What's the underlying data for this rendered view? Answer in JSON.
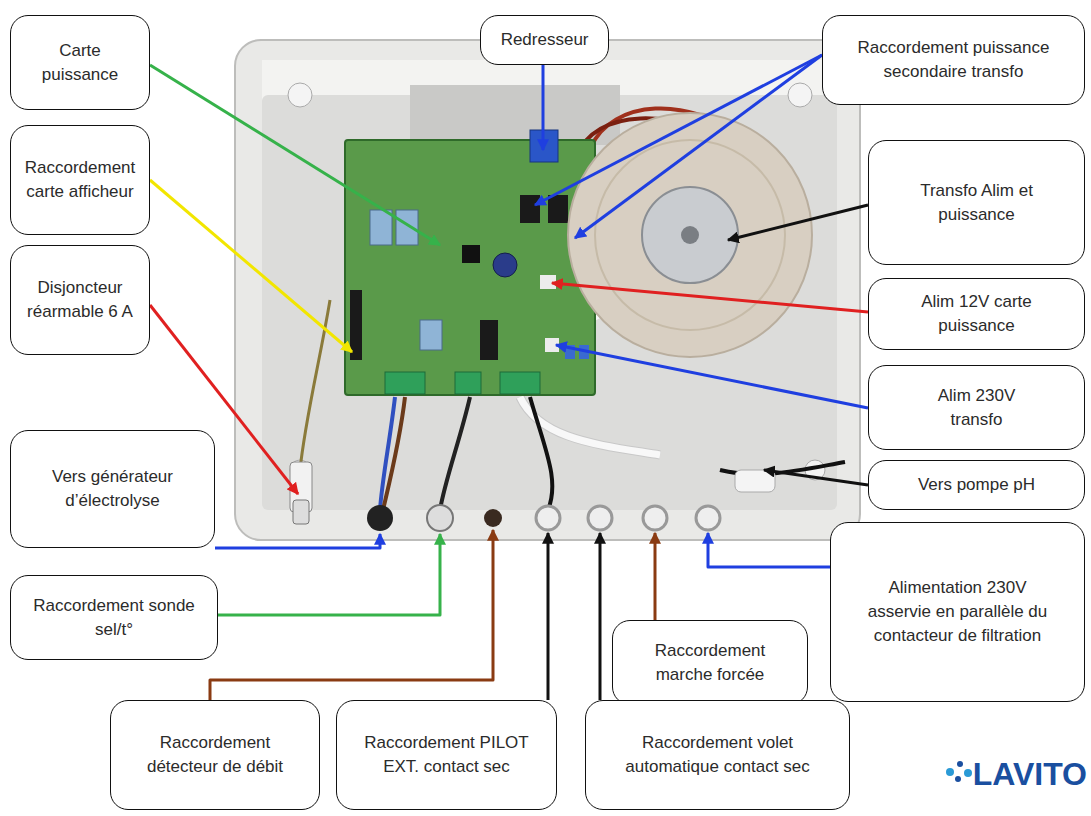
{
  "diagram": {
    "nodes": [
      {
        "text": [
          "Carte puissance"
        ]
      },
      {
        "text": [
          "Redresseur"
        ]
      },
      {
        "text": [
          "Raccordement puissance secondaire transfo"
        ]
      },
      {
        "text": [
          "Raccordement carte afficheur"
        ]
      },
      {
        "text": [
          "Transfo Alim et puissance"
        ]
      },
      {
        "text": [
          "Disjoncteur réarmable 6 A"
        ]
      },
      {
        "text": [
          "Alim 12V carte puissance"
        ]
      },
      {
        "text": [
          "Alim 230V transfo"
        ]
      },
      {
        "text": [
          "Vers générateur d’électrolyse"
        ]
      },
      {
        "text": [
          "Vers pompe pH"
        ]
      },
      {
        "text": [
          "Alimentation 230V asservie en parallèle du contacteur de filtration"
        ]
      },
      {
        "text": [
          "Raccordement sonde sel/t°"
        ]
      },
      {
        "text": [
          "Raccordement marche forcée"
        ]
      },
      {
        "text": [
          "Raccordement détecteur de débit"
        ]
      },
      {
        "text": [
          "Raccordement PILOT EXT. contact sec"
        ]
      },
      {
        "text": [
          "Raccordement volet automatique contact sec"
        ]
      }
    ],
    "labels": [
      "LAVITO"
    ]
  }
}
